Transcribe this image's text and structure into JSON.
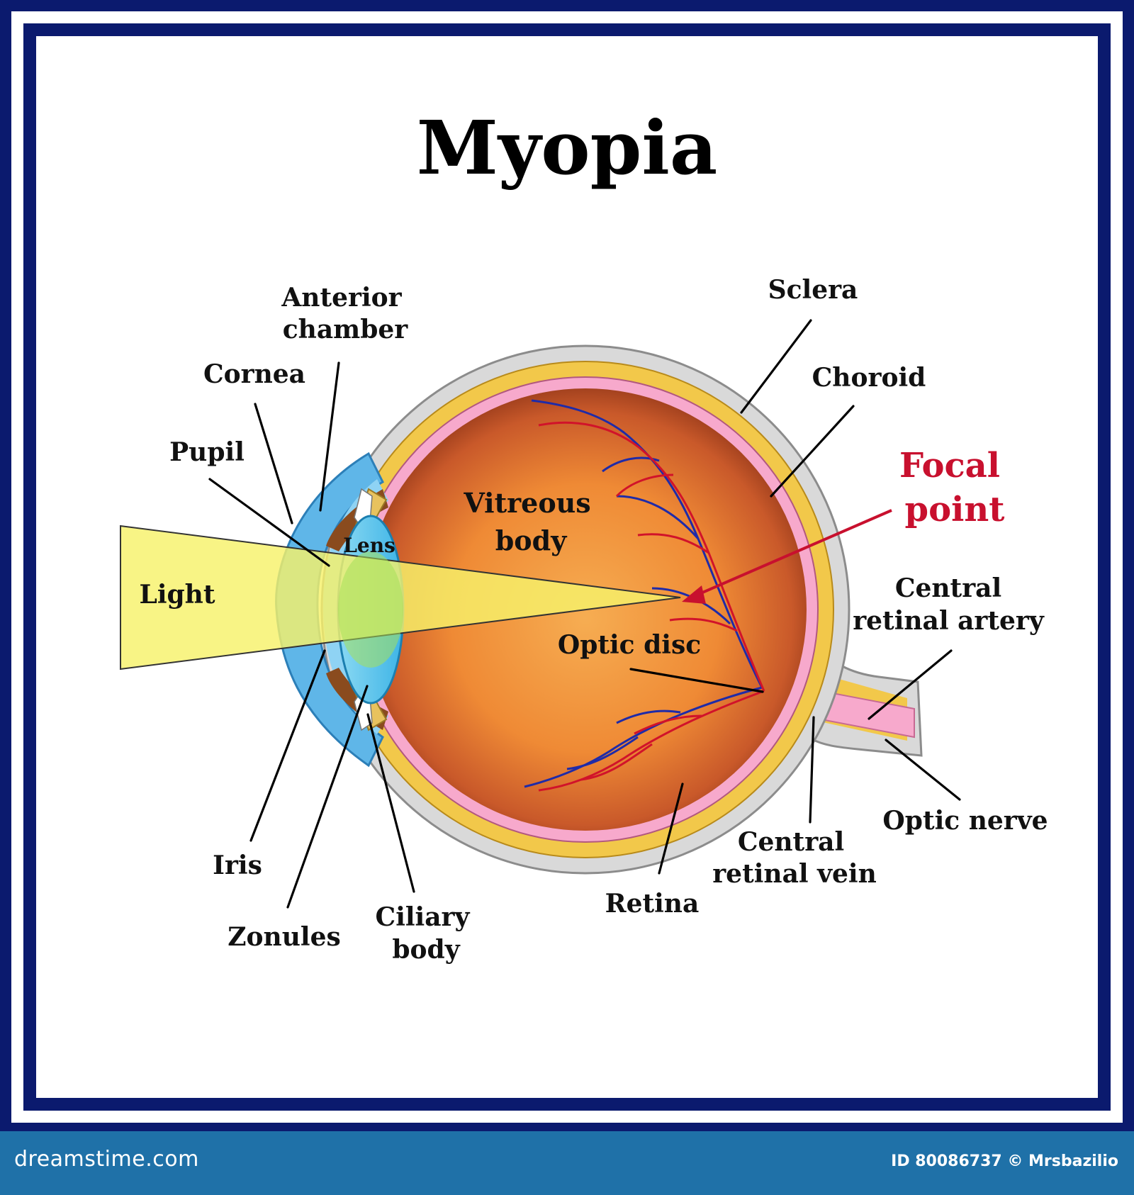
{
  "title": "Myopia",
  "colors": {
    "frame": "#0b1a6e",
    "sclera": "#d9d9d9",
    "choroid": "#f2c84a",
    "retina": "#f7a9cc",
    "vitreous_center": "#f4a14a",
    "vitreous_edge": "#a9411c",
    "lens": "#5cc8ef",
    "light": "#f7f26a",
    "artery": "#d1132a",
    "vein": "#1f2ba8",
    "focal_label": "#c8102e",
    "footer": "#1f71a8"
  },
  "labels": {
    "anterior_chamber": [
      "Anterior",
      "chamber"
    ],
    "cornea": "Cornea",
    "pupil": "Pupil",
    "lens": "Lens",
    "light": "Light",
    "vitreous_body": [
      "Vitreous",
      "body"
    ],
    "sclera": "Sclera",
    "choroid": "Choroid",
    "focal_point": [
      "Focal",
      "point"
    ],
    "central_retinal_artery": [
      "Central",
      "retinal artery"
    ],
    "optic_disc": "Optic disc",
    "optic_nerve": "Optic nerve",
    "central_retinal_vein": [
      "Central",
      "retinal vein"
    ],
    "retina": "Retina",
    "iris": "Iris",
    "zonules": "Zonules",
    "ciliary_body": [
      "Ciliary",
      "body"
    ]
  },
  "footer": {
    "site": "dreamstime.com",
    "credit": "ID 80086737 © Mrsbazilio"
  }
}
